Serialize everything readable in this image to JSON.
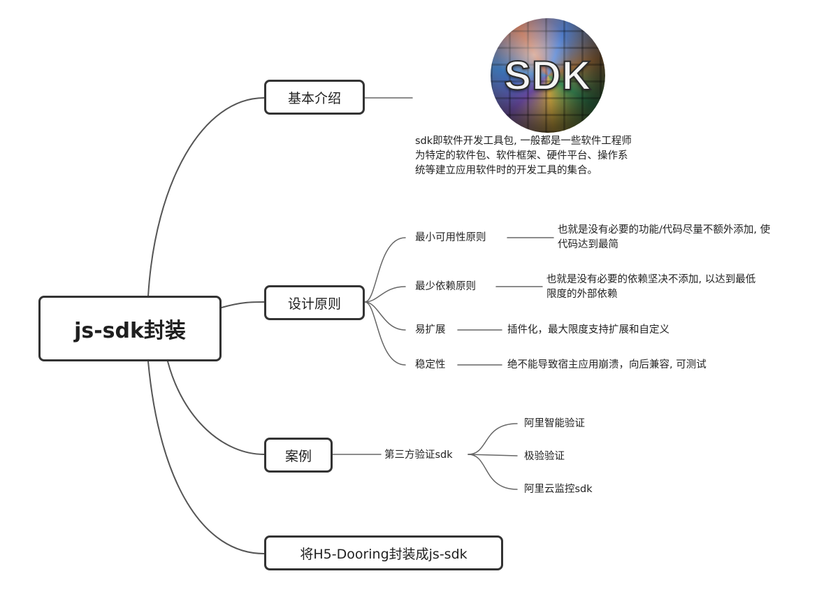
{
  "root": {
    "label": "js-sdk封装"
  },
  "intro": {
    "label": "基本介绍",
    "image": {
      "icon": "sdk-sphere-icon",
      "text": "SDK"
    },
    "description": [
      "sdk即软件开发工具包, 一般都是一些软件工程师",
      "为特定的软件包、软件框架、硬件平台、操作系",
      "统等建立应用软件时的开发工具的集合。"
    ]
  },
  "design": {
    "label": "设计原则",
    "principles": [
      {
        "name": "最小可用性原则",
        "desc": [
          "也就是没有必要的功能/代码尽量不额外添加, 使",
          "代码达到最简"
        ]
      },
      {
        "name": "最少依赖原则",
        "desc": [
          "也就是没有必要的依赖坚决不添加, 以达到最低",
          "限度的外部依赖"
        ]
      },
      {
        "name": "易扩展",
        "desc": [
          "插件化，最大限度支持扩展和自定义"
        ]
      },
      {
        "name": "稳定性",
        "desc": [
          "绝不能导致宿主应用崩溃，向后兼容, 可测试"
        ]
      }
    ]
  },
  "case": {
    "label": "案例",
    "sub": "第三方验证sdk",
    "items": [
      "阿里智能验证",
      "极验验证",
      "阿里云监控sdk"
    ]
  },
  "h5": {
    "label": "将H5-Dooring封装成js-sdk"
  },
  "colors": {
    "line": "#555555",
    "border": "#333333",
    "text": "#222222"
  }
}
